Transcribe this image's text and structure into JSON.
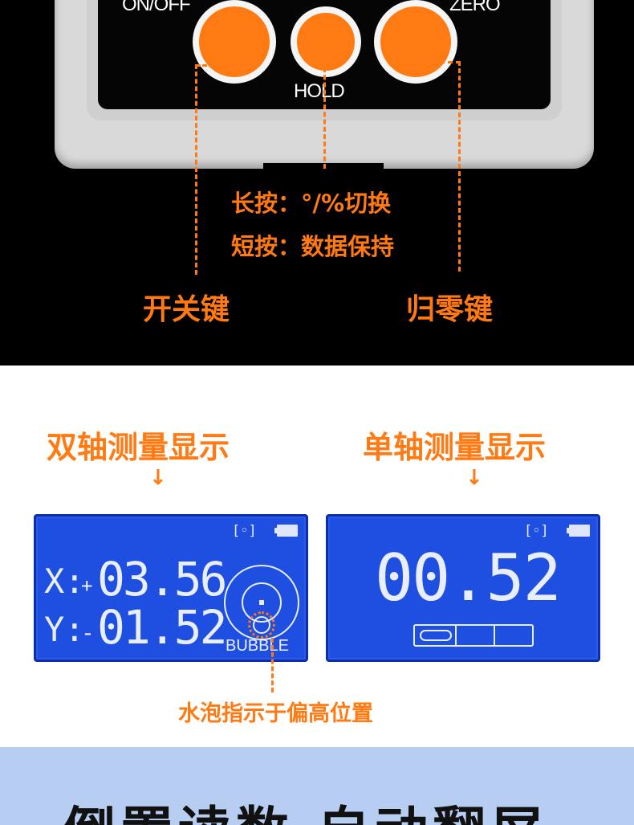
{
  "device": {
    "onoff_label": "ON/OFF",
    "hold_label": "HOLD",
    "zero_label": "ZERO"
  },
  "notes": {
    "long_press": "长按：°/%切换",
    "short_press": "短按：数据保持",
    "power_key": "开关键",
    "zero_key": "归零键"
  },
  "dual_axis": {
    "title": "双轴测量显示",
    "arrow": "↓",
    "x_label": "X:",
    "x_sign": "+",
    "x_value": "03.56",
    "y_label": "Y:",
    "y_sign": "-",
    "y_value": "01.52",
    "camera_icon_text": "[◦]",
    "bubble_label": "BUBBLE"
  },
  "single_axis": {
    "title": "单轴测量显示",
    "arrow": "↓",
    "value": "00.52",
    "camera_icon_text": "[◦]"
  },
  "bubble_note": "水泡指示于偏高位置",
  "banner": {
    "text": "倒置读数 自动翻屏"
  },
  "colors": {
    "accent": "#ff7a12",
    "lcd": "#1f4fe0",
    "banner": "#b8cdf2"
  },
  "icons": [
    "camera-icon",
    "battery-icon",
    "bubble-level-icon",
    "vial-level-icon",
    "arrow-down-icon"
  ]
}
